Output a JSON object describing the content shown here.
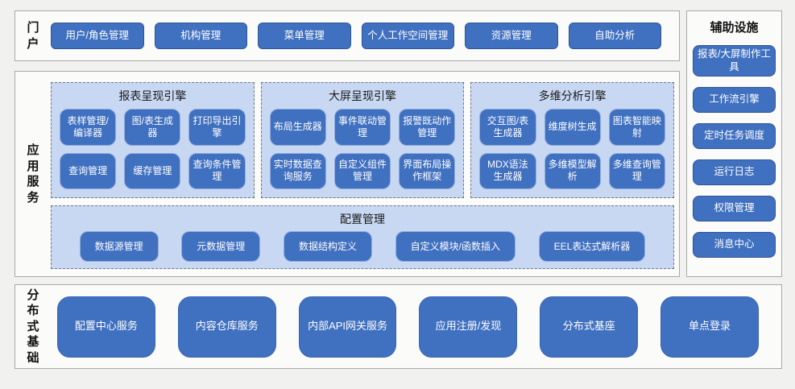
{
  "colors": {
    "page_bg": "#f1f1f0",
    "panel_bg": "#fbfbfa",
    "panel_border": "#a9a9a9",
    "button_fill": "#4070c0",
    "button_border": "#2f5597",
    "inner_button_border": "#93acdb",
    "dashed_box_bg": "#c8d8f3",
    "dashed_border": "#6e7786",
    "button_text": "#ffffff",
    "label_text": "#111111"
  },
  "portal": {
    "label": "门户",
    "buttons": [
      "用户/角色管理",
      "机构管理",
      "菜单管理",
      "个人工作空间管理",
      "资源管理",
      "自助分析"
    ]
  },
  "auxiliary": {
    "title": "辅助设施",
    "buttons": [
      "报表/大屏制作工具",
      "工作流引擎",
      "定时任务调度",
      "运行日志",
      "权限管理",
      "消息中心"
    ]
  },
  "app_services": {
    "label": "应用服务",
    "engines": [
      {
        "title": "报表呈现引擎",
        "buttons": [
          "表样管理/编译器",
          "图/表生成器",
          "打印导出引擎",
          "查询管理",
          "缓存管理",
          "查询条件管理"
        ]
      },
      {
        "title": "大屏呈现引擎",
        "buttons": [
          "布局生成器",
          "事件联动管理",
          "报警既动作管理",
          "实时数据查询服务",
          "自定义组件管理",
          "界面布局操作框架"
        ]
      },
      {
        "title": "多维分析引擎",
        "buttons": [
          "交互图/表生成器",
          "维度树生成",
          "图表智能映射",
          "MDX语法生成器",
          "多维模型解析",
          "多维查询管理"
        ]
      }
    ],
    "config": {
      "title": "配置管理",
      "buttons": [
        "数据源管理",
        "元数据管理",
        "数据结构定义",
        "自定义模块/函数插入",
        "EEL表达式解析器"
      ]
    }
  },
  "distributed": {
    "label": "分布式基础",
    "buttons": [
      "配置中心服务",
      "内容仓库服务",
      "内部API网关服务",
      "应用注册/发现",
      "分布式基座",
      "单点登录"
    ]
  }
}
